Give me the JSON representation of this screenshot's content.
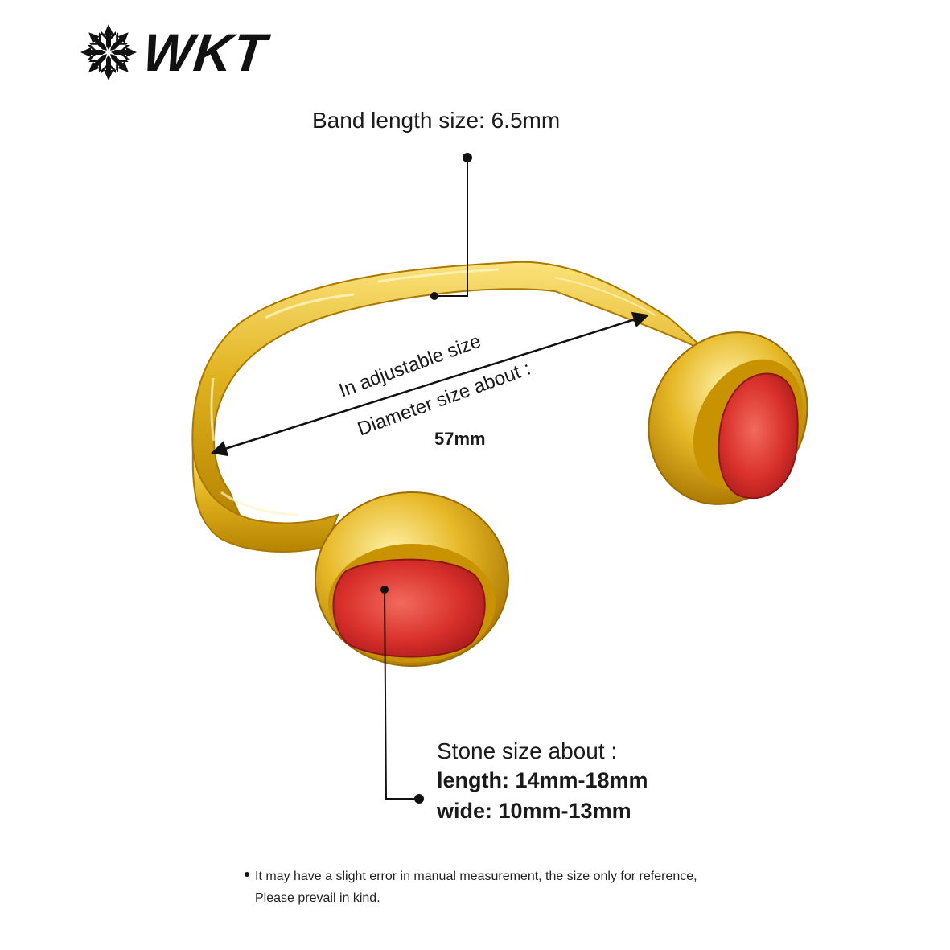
{
  "brand": {
    "name": "WKT",
    "logo_icon": "snowflake-logo-icon"
  },
  "annotations": {
    "band": "Band length size: 6.5mm",
    "diameter_line1": "In adjustable size",
    "diameter_line2": "Diameter size about  :",
    "diameter_value": "57mm",
    "stone_title": "Stone size about :",
    "stone_length": "length: 14mm-18mm",
    "stone_wide": "wide: 10mm-13mm"
  },
  "footnote": {
    "line1": "It may have a slight error in manual measurement, the size only for reference,",
    "line2": "Please prevail in kind."
  },
  "colors": {
    "gold": "#e0b21f",
    "gold_dark": "#b78300",
    "gold_light": "#fbe27a",
    "coral": "#d9302b",
    "coral_light": "#f26a5d",
    "ink": "#1a1a1a"
  }
}
